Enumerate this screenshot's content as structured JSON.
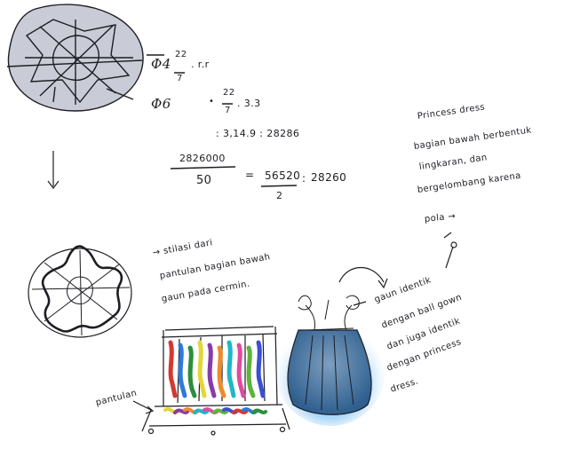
{
  "calc": {
    "line1": "Φ4  22/7 . r.r",
    "line1_sym": "Φ4",
    "line1_frac_num": "22",
    "line1_frac_den": "7",
    "line1_rest": ". r.r",
    "line2_sym": "Φ6",
    "line2_dot": "•",
    "line2_frac_num": "22",
    "line2_frac_den": "7",
    "line2_rest": ". 3.3",
    "line3": ": 3,14.9 : 28286",
    "frac1_num": "2826000",
    "frac1_den": "50",
    "frac2_num": "56520",
    "frac2_den": "2",
    "eq1": "=",
    "eq2": ":",
    "result": "28260"
  },
  "notes": {
    "princess": [
      "Princess dress",
      "bagian bawah berbentuk",
      "lingkaran, dan",
      "bergelombang karena",
      "pola →"
    ],
    "stilasi": [
      "→ stilasi dari",
      "pantulan bagian bawah",
      "gaun pada cermin."
    ],
    "gaun": [
      "gaun identik",
      "dengan ball gown",
      "dan juga identik",
      "dengan princess",
      "dress."
    ],
    "pantulan": "pantulan"
  },
  "colors": {
    "ink": "#1d1d24",
    "shade": "#c9ccd6",
    "dress_blue": "#3f7bb8",
    "glow": "#7ec8ff"
  },
  "wardrobe_strokes": [
    "#d23a2f",
    "#2f7bd6",
    "#2b8f3c",
    "#e3d63a",
    "#8a3aa8",
    "#f08a2a",
    "#1fb6c9",
    "#e04aa0",
    "#5fb33a",
    "#3a4fd1"
  ]
}
